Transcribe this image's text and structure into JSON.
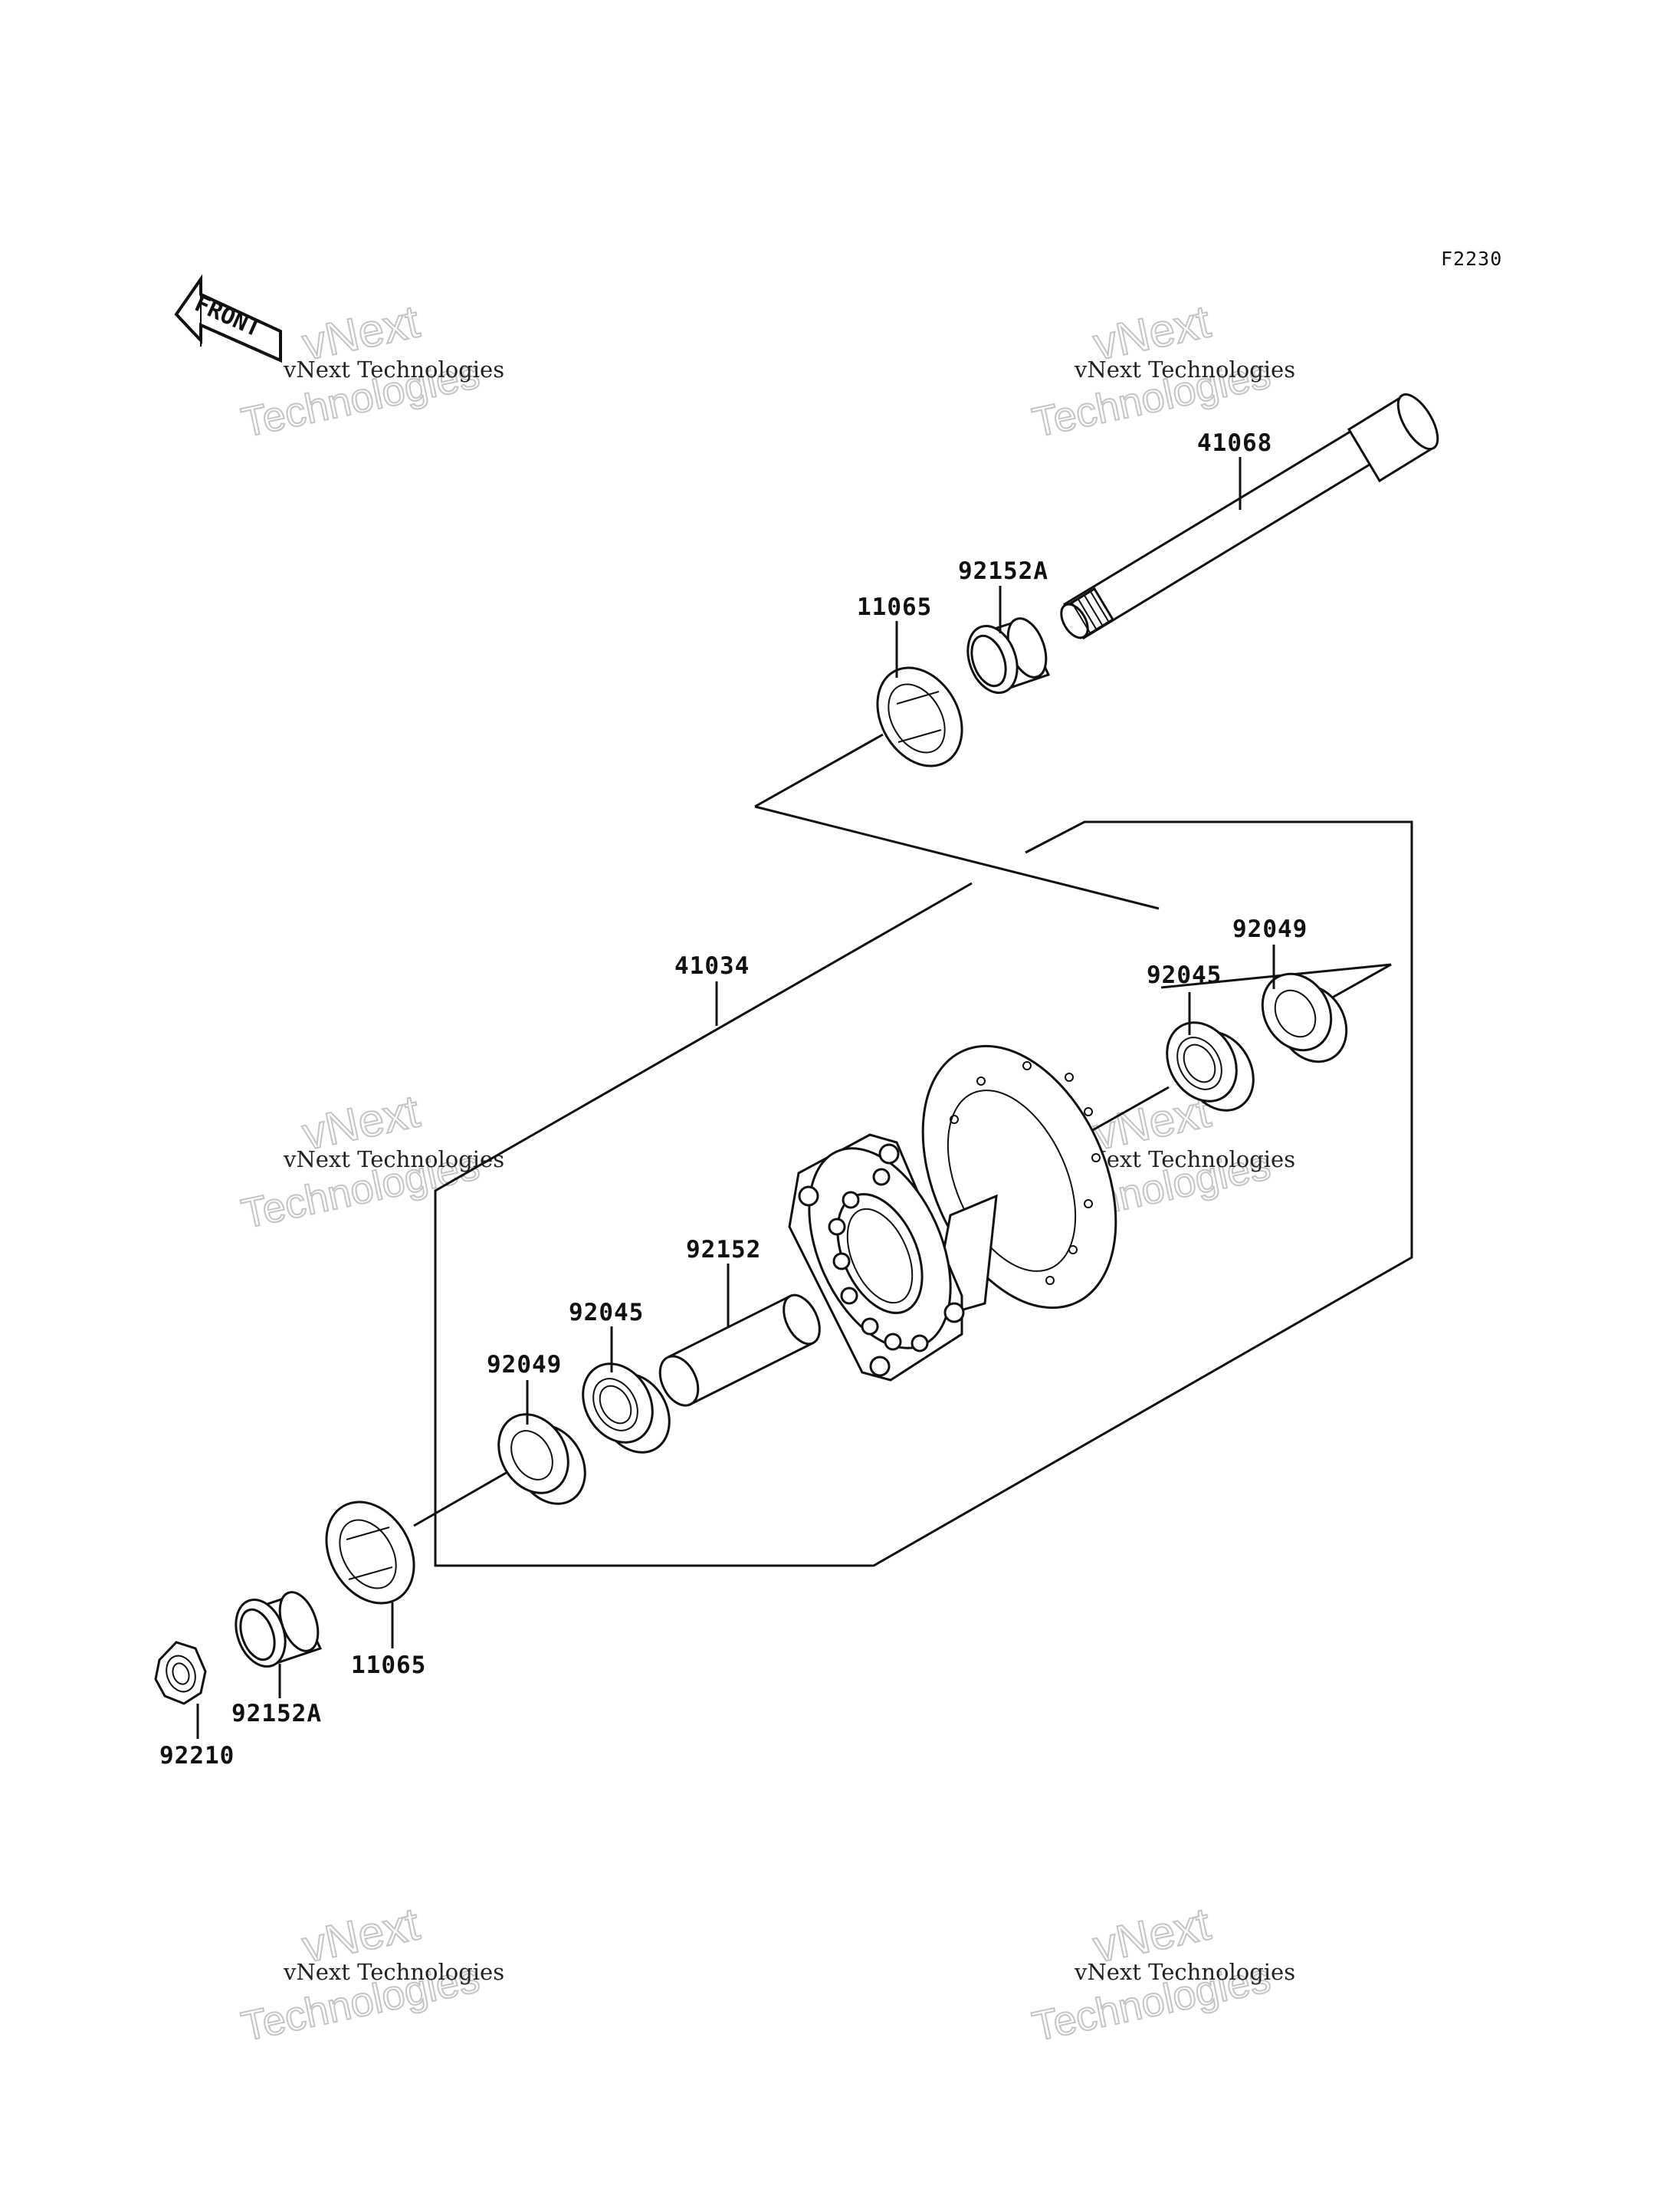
{
  "diagram_code": "F2230",
  "front_arrow": {
    "label": "FRONT",
    "icon": "front-arrow-icon"
  },
  "watermark": {
    "line1": "vNext Technologies",
    "line2": "vNext",
    "line3": "Technologies"
  },
  "parts": {
    "axle": "41068",
    "collar_upper": "92152A",
    "cover_upper": "11065",
    "hub": "41034",
    "seal_right": "92049",
    "bearing_right": "92045",
    "spacer": "92152",
    "bearing_left": "92045",
    "seal_left": "92049",
    "cover_lower": "11065",
    "collar_lower": "92152A",
    "nut": "92210"
  }
}
